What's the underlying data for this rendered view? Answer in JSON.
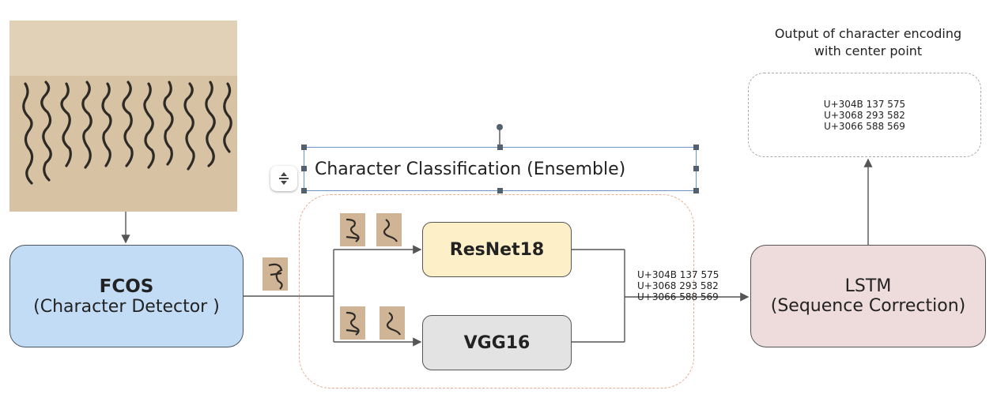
{
  "fcos": {
    "title": "FCOS",
    "subtitle": "(Character Detector )"
  },
  "resnet": {
    "label": "ResNet18"
  },
  "vgg": {
    "label": "VGG16"
  },
  "lstm": {
    "title": "LSTM",
    "subtitle": "(Sequence Correction)"
  },
  "classifier_title": "Character Classification (Ensemble)",
  "output": {
    "title_line1": "Output of character encoding",
    "title_line2": "with center point",
    "codes": [
      "U+304B 137 575",
      "U+3068 293 582",
      "U+3066 588 569"
    ]
  },
  "mid_codes": [
    "U+304B 137 575",
    "U+3068 293 582",
    "U+3066 588 569"
  ],
  "colors": {
    "fcos_fill": "#c3dcf5",
    "resnet_fill": "#fdefc8",
    "vgg_fill": "#e4e3e4",
    "lstm_fill": "#eedcdc",
    "ensemble_border": "#e8ad92",
    "selection_border": "#6b94c8"
  },
  "icons": [
    "manuscript-image",
    "character-crop-image",
    "resize-handle-icon",
    "align-toggle-icon"
  ]
}
